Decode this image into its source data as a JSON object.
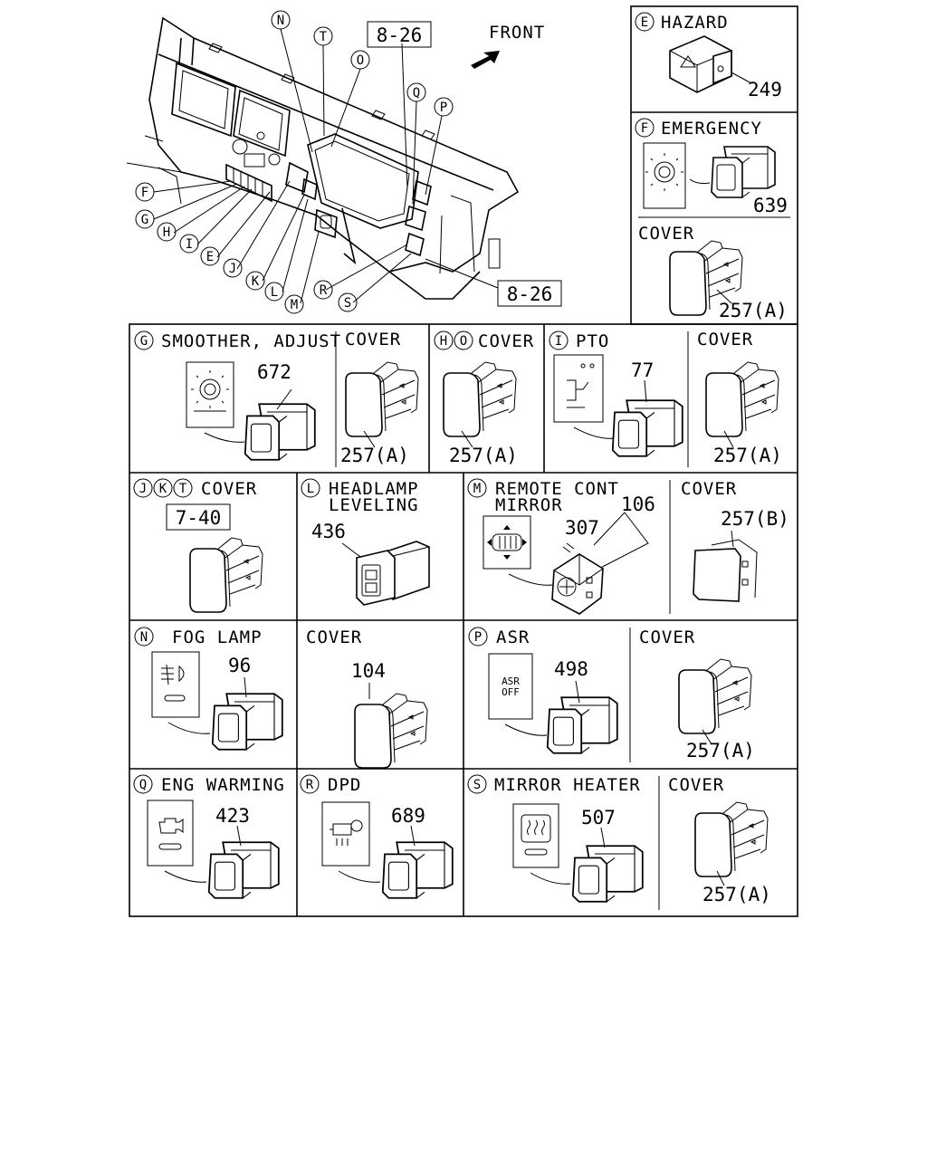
{
  "overview": {
    "front_label": "FRONT",
    "ref_top": "8-26",
    "ref_bottom": "8-26",
    "callouts": [
      "N",
      "T",
      "O",
      "Q",
      "P",
      "F",
      "G",
      "H",
      "I",
      "E",
      "J",
      "K",
      "L",
      "M",
      "R",
      "S"
    ]
  },
  "panels": {
    "hazard": {
      "letter": "E",
      "title": "HAZARD",
      "part": "249"
    },
    "emergency": {
      "letter": "F",
      "title": "EMERGENCY",
      "part": "639"
    },
    "emergency_cover": {
      "title": "COVER",
      "part": "257(A)"
    },
    "smoother": {
      "letter": "G",
      "title": "SMOOTHER, ADJUST",
      "part": "672"
    },
    "smoother_cover": {
      "title": "COVER",
      "part": "257(A)"
    },
    "ho_cover": {
      "letter1": "H",
      "letter2": "O",
      "title": "COVER",
      "part": "257(A)"
    },
    "pto": {
      "letter": "I",
      "title": "PTO",
      "part": "77"
    },
    "pto_cover": {
      "title": "COVER",
      "part": "257(A)"
    },
    "jkt_cover": {
      "letter1": "J",
      "letter2": "K",
      "letter3": "T",
      "title": "COVER",
      "ref": "7-40"
    },
    "headlamp": {
      "letter": "L",
      "title1": "HEADLAMP",
      "title2": "LEVELING",
      "part": "436"
    },
    "remote_mirror": {
      "letter": "M",
      "title1": "REMOTE CONT",
      "title2": "MIRROR",
      "part_a": "106",
      "part_b": "307"
    },
    "remote_cover": {
      "title": "COVER",
      "part": "257(B)"
    },
    "fog": {
      "letter": "N",
      "title": "FOG LAMP",
      "part": "96"
    },
    "fog_cover": {
      "title": "COVER",
      "part": "104"
    },
    "asr": {
      "letter": "P",
      "title": "ASR",
      "part": "498",
      "icon_text1": "ASR",
      "icon_text2": "OFF"
    },
    "asr_cover": {
      "title": "COVER",
      "part": "257(A)"
    },
    "eng": {
      "letter": "Q",
      "title": "ENG WARMING",
      "part": "423"
    },
    "dpd": {
      "letter": "R",
      "title": "DPD",
      "part": "689"
    },
    "mirror_heater": {
      "letter": "S",
      "title": "MIRROR HEATER",
      "part": "507"
    },
    "mirror_heater_cover": {
      "title": "COVER",
      "part": "257(A)"
    }
  }
}
